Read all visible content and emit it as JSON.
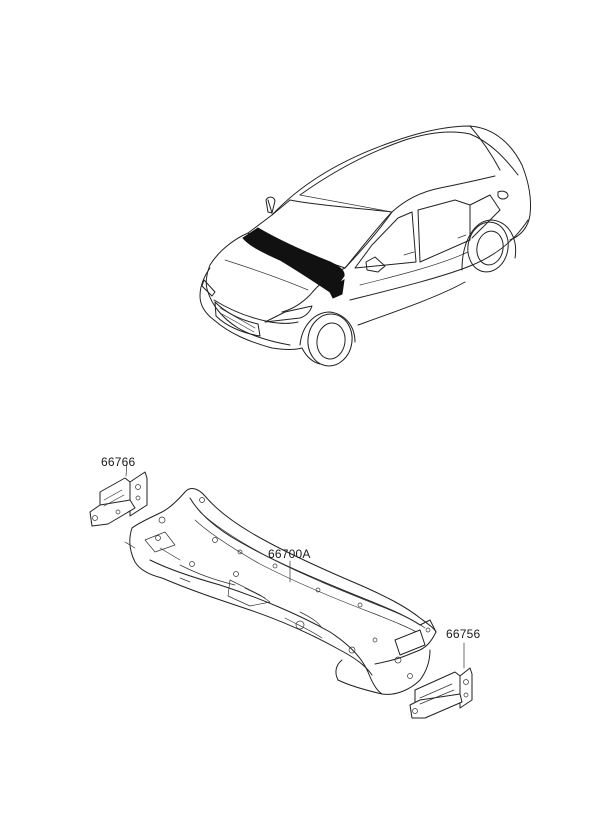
{
  "parts": [
    {
      "id": "part-66766",
      "number": "66766"
    },
    {
      "id": "part-66700A",
      "number": "66700A"
    },
    {
      "id": "part-66756",
      "number": "66756"
    }
  ],
  "highlight_color": "#111111",
  "line_color": "#222222",
  "icons": {
    "vehicle": "sedan-car-illustration",
    "cowl_panel": "cowl-panel-illustration",
    "bracket_left": "bracket-illustration",
    "bracket_right": "bracket-illustration"
  }
}
